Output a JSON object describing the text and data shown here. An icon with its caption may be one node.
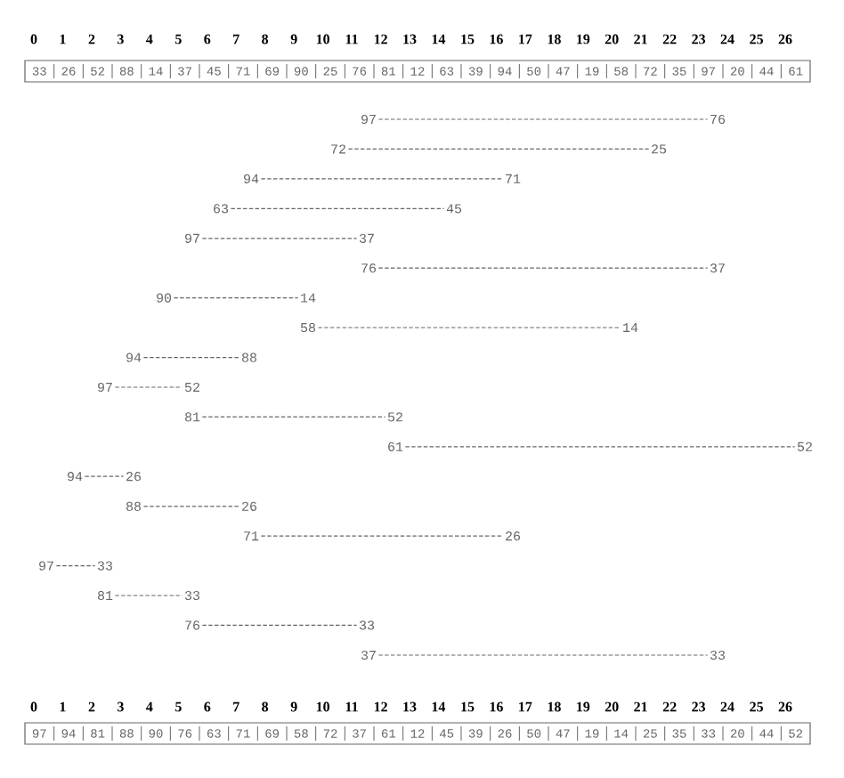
{
  "diagram": {
    "nodes": [
      {
        "text": [
          "97"
        ]
      },
      {
        "text": [
          "76"
        ]
      },
      {
        "text": [
          "72"
        ]
      },
      {
        "text": [
          "25"
        ]
      },
      {
        "text": [
          "94"
        ]
      },
      {
        "text": [
          "71"
        ]
      },
      {
        "text": [
          "63"
        ]
      },
      {
        "text": [
          "45"
        ]
      },
      {
        "text": [
          "97"
        ]
      },
      {
        "text": [
          "37"
        ]
      },
      {
        "text": [
          "76"
        ]
      },
      {
        "text": [
          "37"
        ]
      },
      {
        "text": [
          "90"
        ]
      },
      {
        "text": [
          "14"
        ]
      },
      {
        "text": [
          "58"
        ]
      },
      {
        "text": [
          "14"
        ]
      },
      {
        "text": [
          "94"
        ]
      },
      {
        "text": [
          "88"
        ]
      },
      {
        "text": [
          "97"
        ]
      },
      {
        "text": [
          "52"
        ]
      },
      {
        "text": [
          "81"
        ]
      },
      {
        "text": [
          "52"
        ]
      },
      {
        "text": [
          "61"
        ]
      },
      {
        "text": [
          "52"
        ]
      },
      {
        "text": [
          "94"
        ]
      },
      {
        "text": [
          "26"
        ]
      },
      {
        "text": [
          "88"
        ]
      },
      {
        "text": [
          "26"
        ]
      },
      {
        "text": [
          "71"
        ]
      },
      {
        "text": [
          "26"
        ]
      },
      {
        "text": [
          "97"
        ]
      },
      {
        "text": [
          "33"
        ]
      },
      {
        "text": [
          "81"
        ]
      },
      {
        "text": [
          "33"
        ]
      },
      {
        "text": [
          "76"
        ]
      },
      {
        "text": [
          "33"
        ]
      },
      {
        "text": [
          "37"
        ]
      },
      {
        "text": [
          "33"
        ]
      }
    ],
    "edges": [
      {
        "from": 0,
        "to": 1,
        "arrow": "none",
        "style": "dashed"
      },
      {
        "from": 2,
        "to": 3,
        "arrow": "none",
        "style": "dashed"
      },
      {
        "from": 4,
        "to": 5,
        "arrow": "none",
        "style": "dashed"
      },
      {
        "from": 6,
        "to": 7,
        "arrow": "none",
        "style": "dashed"
      },
      {
        "from": 8,
        "to": 9,
        "arrow": "none",
        "style": "dashed"
      },
      {
        "from": 10,
        "to": 11,
        "arrow": "none",
        "style": "dashed"
      },
      {
        "from": 12,
        "to": 13,
        "arrow": "none",
        "style": "dashed"
      },
      {
        "from": 14,
        "to": 15,
        "arrow": "none",
        "style": "dashed"
      },
      {
        "from": 16,
        "to": 17,
        "arrow": "none",
        "style": "dashed"
      },
      {
        "from": 18,
        "to": 19,
        "arrow": "none",
        "style": "dashed"
      },
      {
        "from": 20,
        "to": 21,
        "arrow": "none",
        "style": "dashed"
      },
      {
        "from": 22,
        "to": 23,
        "arrow": "none",
        "style": "dashed"
      },
      {
        "from": 24,
        "to": 25,
        "arrow": "none",
        "style": "dashed"
      },
      {
        "from": 26,
        "to": 27,
        "arrow": "none",
        "style": "dashed"
      },
      {
        "from": 28,
        "to": 29,
        "arrow": "none",
        "style": "dashed"
      },
      {
        "from": 30,
        "to": 31,
        "arrow": "none",
        "style": "dashed"
      },
      {
        "from": 32,
        "to": 33,
        "arrow": "none",
        "style": "dashed"
      },
      {
        "from": 34,
        "to": 35,
        "arrow": "none",
        "style": "dashed"
      },
      {
        "from": 36,
        "to": 37,
        "arrow": "none",
        "style": "dashed"
      }
    ],
    "labels": [
      "0",
      "1",
      "2",
      "3",
      "4",
      "5",
      "6",
      "7",
      "8",
      "9",
      "10",
      "11",
      "12",
      "13",
      "14",
      "15",
      "16",
      "17",
      "18",
      "19",
      "20",
      "21",
      "22",
      "23",
      "24",
      "25",
      "26",
      "33",
      "26",
      "52",
      "88",
      "14",
      "37",
      "45",
      "71",
      "69",
      "90",
      "25",
      "76",
      "81",
      "12",
      "63",
      "39",
      "94",
      "50",
      "47",
      "19",
      "58",
      "72",
      "35",
      "97",
      "20",
      "44",
      "61",
      "0",
      "1",
      "2",
      "3",
      "4",
      "5",
      "6",
      "7",
      "8",
      "9",
      "10",
      "11",
      "12",
      "13",
      "14",
      "15",
      "16",
      "17",
      "18",
      "19",
      "20",
      "21",
      "22",
      "23",
      "24",
      "25",
      "26",
      "97",
      "94",
      "81",
      "88",
      "90",
      "76",
      "63",
      "71",
      "69",
      "58",
      "72",
      "37",
      "61",
      "12",
      "45",
      "39",
      "26",
      "50",
      "47",
      "19",
      "14",
      "25",
      "35",
      "33",
      "20",
      "44",
      "52"
    ]
  }
}
